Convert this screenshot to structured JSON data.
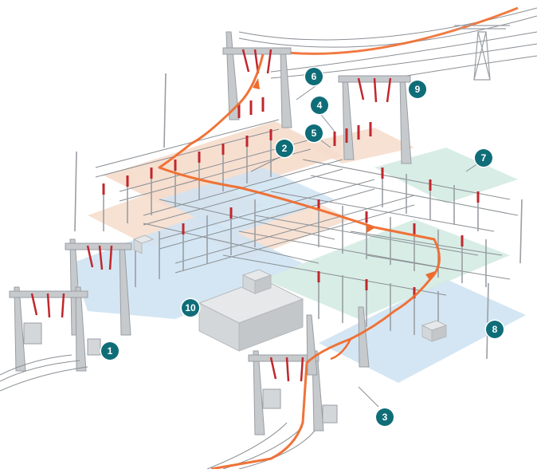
{
  "diagram": {
    "markers": [
      {
        "id": "marker-1",
        "label": "1"
      },
      {
        "id": "marker-2",
        "label": "2"
      },
      {
        "id": "marker-3",
        "label": "3"
      },
      {
        "id": "marker-4",
        "label": "4"
      },
      {
        "id": "marker-5",
        "label": "5"
      },
      {
        "id": "marker-6",
        "label": "6"
      },
      {
        "id": "marker-7",
        "label": "7"
      },
      {
        "id": "marker-8",
        "label": "8"
      },
      {
        "id": "marker-9",
        "label": "9"
      },
      {
        "id": "marker-10",
        "label": "10"
      }
    ]
  },
  "colors": {
    "background": "#ffffff",
    "structure": "#8a8f94",
    "insulator": "#c0272d",
    "power_flow": "#ef6b2d",
    "zone_orange": "#f6dccb",
    "zone_blue": "#cfe3f2",
    "zone_green": "#d4ebe2",
    "marker": "#0f6d78"
  }
}
